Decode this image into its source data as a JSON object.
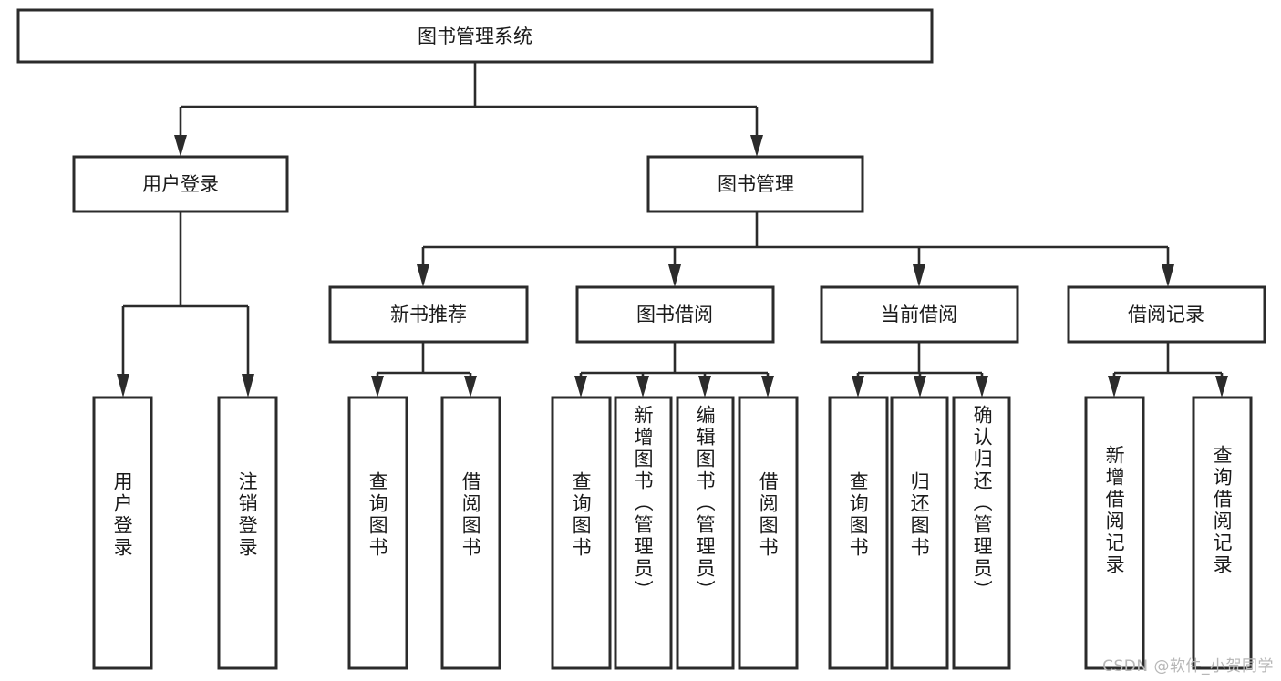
{
  "diagram": {
    "type": "tree",
    "title": "图书管理系统",
    "watermark": "CSDN @软件_小贺同学",
    "colors": {
      "box_stroke": "#2b2b2b",
      "box_fill": "#ffffff",
      "connector": "#2b2b2b",
      "text": "#1a1a1a",
      "watermark": "#b7b7b7",
      "background": "#ffffff"
    },
    "levels": {
      "root": {
        "label": "图书管理系统"
      },
      "level2": [
        {
          "label": "用户登录"
        },
        {
          "label": "图书管理"
        }
      ],
      "level3": [
        {
          "label": "新书推荐"
        },
        {
          "label": "图书借阅"
        },
        {
          "label": "当前借阅"
        },
        {
          "label": "借阅记录"
        }
      ],
      "leaves": [
        {
          "label": "用户登录",
          "parent": "用户登录"
        },
        {
          "label": "注销登录",
          "parent": "用户登录"
        },
        {
          "label": "查询图书",
          "parent": "新书推荐"
        },
        {
          "label": "借阅图书",
          "parent": "新书推荐"
        },
        {
          "label": "查询图书",
          "parent": "图书借阅"
        },
        {
          "label": "新增图书（管理员）",
          "parent": "图书借阅"
        },
        {
          "label": "编辑图书（管理员）",
          "parent": "图书借阅"
        },
        {
          "label": "借阅图书",
          "parent": "图书借阅"
        },
        {
          "label": "查询图书",
          "parent": "当前借阅"
        },
        {
          "label": "归还图书",
          "parent": "当前借阅"
        },
        {
          "label": "确认归还（管理员）",
          "parent": "当前借阅"
        },
        {
          "label": "新增借阅记录",
          "parent": "借阅记录"
        },
        {
          "label": "查询借阅记录",
          "parent": "借阅记录"
        }
      ]
    }
  }
}
